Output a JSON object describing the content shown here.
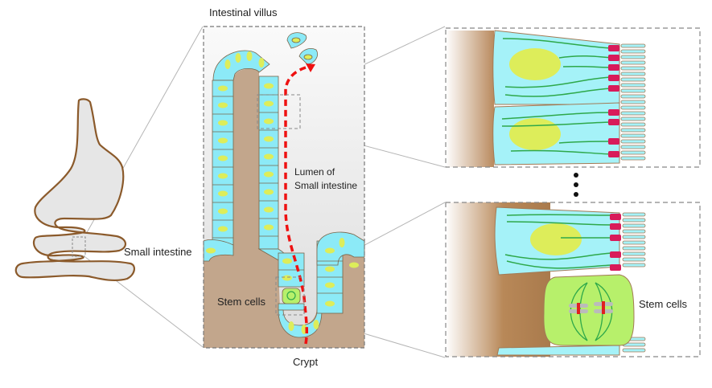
{
  "labels": {
    "intestinal_villus": "Intestinal villus",
    "small_intestine": "Small intestine",
    "lumen_line1": "Lumen of",
    "lumen_line2": "Small intestine",
    "stem_cells_villus": "Stem cells",
    "crypt": "Crypt",
    "stem_cells_detail": "Stem cells"
  },
  "ellipsis": "•\n•\n•",
  "colors": {
    "organ_fill": "#e6e6e6",
    "organ_outline": "#8b5a2b",
    "lumen_bg": "#e4e4e4",
    "tissue": "#c2a68c",
    "epithelial_cell": "#8ceaf7",
    "nucleus": "#dded5a",
    "stem_cell": "#b7f06b",
    "migration_arrow": "#ee1111",
    "junction": "#d81b5a",
    "cytoskeleton": "#2ea84a",
    "dashed_frame": "#888888"
  }
}
